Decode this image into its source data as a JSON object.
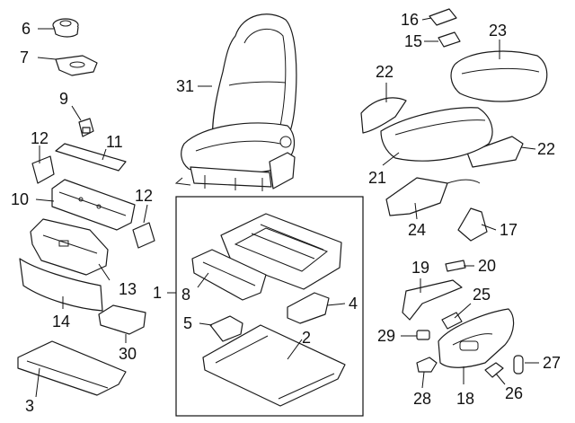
{
  "diagram": {
    "callouts": [
      {
        "id": "c1",
        "text": "1"
      },
      {
        "id": "c2",
        "text": "2"
      },
      {
        "id": "c3",
        "text": "3"
      },
      {
        "id": "c4",
        "text": "4"
      },
      {
        "id": "c5",
        "text": "5"
      },
      {
        "id": "c6",
        "text": "6"
      },
      {
        "id": "c7",
        "text": "7"
      },
      {
        "id": "c8",
        "text": "8"
      },
      {
        "id": "c9",
        "text": "9"
      },
      {
        "id": "c10",
        "text": "10"
      },
      {
        "id": "c11",
        "text": "11"
      },
      {
        "id": "c12a",
        "text": "12"
      },
      {
        "id": "c12b",
        "text": "12"
      },
      {
        "id": "c13",
        "text": "13"
      },
      {
        "id": "c14",
        "text": "14"
      },
      {
        "id": "c15",
        "text": "15"
      },
      {
        "id": "c16",
        "text": "16"
      },
      {
        "id": "c17",
        "text": "17"
      },
      {
        "id": "c18",
        "text": "18"
      },
      {
        "id": "c19",
        "text": "19"
      },
      {
        "id": "c20",
        "text": "20"
      },
      {
        "id": "c21",
        "text": "21"
      },
      {
        "id": "c22a",
        "text": "22"
      },
      {
        "id": "c22b",
        "text": "22"
      },
      {
        "id": "c23",
        "text": "23"
      },
      {
        "id": "c24",
        "text": "24"
      },
      {
        "id": "c25",
        "text": "25"
      },
      {
        "id": "c26",
        "text": "26"
      },
      {
        "id": "c27",
        "text": "27"
      },
      {
        "id": "c28",
        "text": "28"
      },
      {
        "id": "c29",
        "text": "29"
      },
      {
        "id": "c30",
        "text": "30"
      },
      {
        "id": "c31",
        "text": "31"
      }
    ],
    "colors": {
      "line": "#1a1a1a",
      "text": "#111111",
      "background": "#ffffff"
    }
  }
}
